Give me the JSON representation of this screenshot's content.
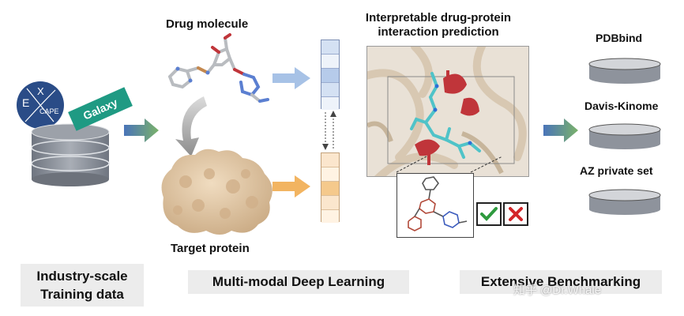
{
  "labels": {
    "drug_molecule": "Drug molecule",
    "target_protein": "Target protein",
    "interpretable_title": "Interpretable drug-protein interaction prediction",
    "galaxy": "Galaxy",
    "excape_letters": [
      "E",
      "X",
      "CAPE"
    ]
  },
  "benchmarks": [
    {
      "label": "PDBbind"
    },
    {
      "label": "Davis-Kinome"
    },
    {
      "label": "AZ private set"
    }
  ],
  "bottom": {
    "industry_line1": "Industry-scale",
    "industry_line2": "Training data",
    "multimodal": "Multi-modal Deep Learning",
    "extensive": "Extensive Benchmarking"
  },
  "watermark": "知乎 @Dr.Whale",
  "colors": {
    "arrow_blue": "#a7c2e6",
    "arrow_orange": "#f2b461",
    "galaxy_green": "#1f9a83",
    "excape_blue": "#2a4c87",
    "db_gray": "#8e939c",
    "protein_tan": "#e1c6a2",
    "cyan_ligand": "#4fc3c8",
    "red_residue": "#c0353a"
  },
  "icons": [
    "check-icon",
    "cross-icon",
    "database-icon",
    "gradient-arrow-icon"
  ]
}
